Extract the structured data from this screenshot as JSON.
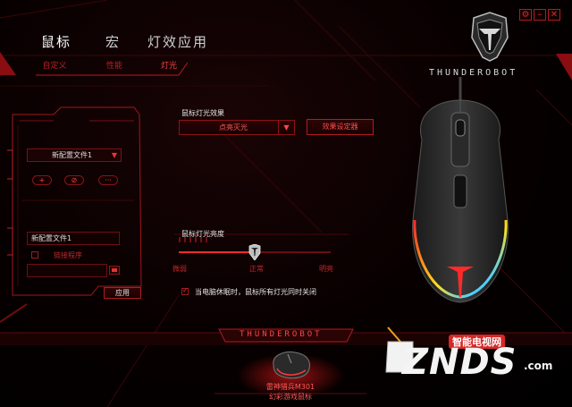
{
  "nav": {
    "items": [
      {
        "label": "鼠标",
        "active": true
      },
      {
        "label": "宏",
        "active": false
      },
      {
        "label": "灯效应用",
        "active": false
      }
    ]
  },
  "subtabs": [
    {
      "label": "自定义",
      "active": false
    },
    {
      "label": "性能",
      "active": false
    },
    {
      "label": "灯光",
      "active": true
    }
  ],
  "window_controls": {
    "settings": "⚙",
    "minimize": "–",
    "close": "✕"
  },
  "brand": {
    "logo_text": "THUNDEROBOT",
    "footer_text": "THUNDEROBOT"
  },
  "profile_panel": {
    "profile_select": "新配置文件1",
    "buttons": {
      "add": "+",
      "delete": "⊘",
      "more": "···"
    },
    "profile_name": "新配置文件1",
    "link_program_label": "链接程序",
    "link_program_checked": false,
    "program_path": "",
    "apply_label": "应用"
  },
  "lighting": {
    "effect_label": "鼠标灯光效果",
    "effect_value": "点亮灭光",
    "effect_settings_label": "效果设定器",
    "brightness_label": "鼠标灯光亮度",
    "brightness_value": 0.5,
    "brightness_ticks": {
      "low": "微弱",
      "mid": "正常",
      "high": "明亮"
    },
    "sleep_off_label": "当电脑休眠时，鼠标所有灯光同时关闭",
    "sleep_off_checked": true
  },
  "promo": {
    "product_line1": "雷神猎兵M301",
    "product_line2": "幻彩游戏鼠标"
  },
  "watermark": {
    "top": "智能电视网",
    "main": "ZNDS",
    "suffix": ".com"
  },
  "colors": {
    "accent": "#e0232a",
    "dark_red": "#6b0f12",
    "bg": "#050505"
  },
  "icons": {
    "dropdown": "▼",
    "folder": "▬"
  }
}
